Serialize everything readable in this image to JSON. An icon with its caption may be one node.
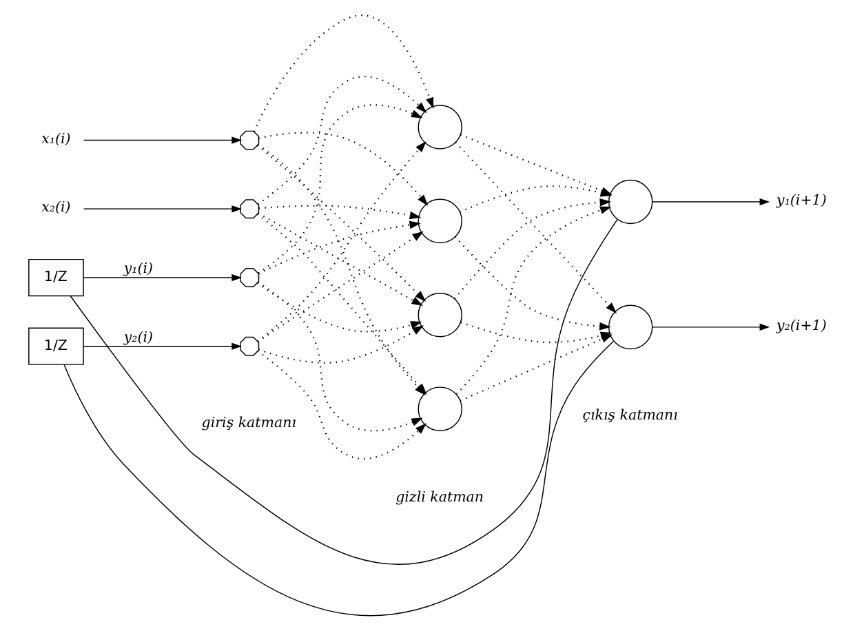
{
  "diagram": {
    "nodes": [
      {
        "text": [
          "x₁(i)"
        ]
      },
      {
        "text": [
          "x₂(i)"
        ]
      },
      {
        "text": [],
        "shape": "octagon"
      },
      {
        "text": [],
        "shape": "octagon"
      },
      {
        "text": [],
        "shape": "octagon"
      },
      {
        "text": [],
        "shape": "octagon"
      },
      {
        "text": [],
        "shape": "circle"
      },
      {
        "text": [],
        "shape": "circle"
      },
      {
        "text": [],
        "shape": "circle"
      },
      {
        "text": [],
        "shape": "circle"
      },
      {
        "text": [],
        "shape": "circle"
      },
      {
        "text": [],
        "shape": "circle"
      },
      {
        "text": [
          "y₁(i+1)"
        ]
      },
      {
        "text": [
          "y₂(i+1)"
        ]
      },
      {
        "text": [
          "1/Z"
        ]
      },
      {
        "text": [
          "1/Z"
        ]
      }
    ],
    "edges": [
      {
        "from": 0,
        "to": 2,
        "arrow": "to"
      },
      {
        "from": 1,
        "to": 3,
        "arrow": "to"
      },
      {
        "from": 15,
        "to": 4,
        "arrow": "to",
        "label": "y₁(i)"
      },
      {
        "from": 14,
        "to": 5,
        "arrow": "to",
        "label": "y₂(i)"
      },
      {
        "from": 2,
        "to": 6,
        "arrow": "to",
        "style": "dashed"
      },
      {
        "from": 2,
        "to": 7,
        "arrow": "to",
        "style": "dashed"
      },
      {
        "from": 2,
        "to": 8,
        "arrow": "to",
        "style": "dashed"
      },
      {
        "from": 2,
        "to": 9,
        "arrow": "to",
        "style": "dashed"
      },
      {
        "from": 3,
        "to": 6,
        "arrow": "to",
        "style": "dashed"
      },
      {
        "from": 3,
        "to": 7,
        "arrow": "to",
        "style": "dashed"
      },
      {
        "from": 3,
        "to": 8,
        "arrow": "to",
        "style": "dashed"
      },
      {
        "from": 3,
        "to": 9,
        "arrow": "to",
        "style": "dashed"
      },
      {
        "from": 4,
        "to": 6,
        "arrow": "to",
        "style": "dashed"
      },
      {
        "from": 4,
        "to": 7,
        "arrow": "to",
        "style": "dashed"
      },
      {
        "from": 4,
        "to": 8,
        "arrow": "to",
        "style": "dashed"
      },
      {
        "from": 4,
        "to": 9,
        "arrow": "to",
        "style": "dashed"
      },
      {
        "from": 5,
        "to": 6,
        "arrow": "to",
        "style": "dashed"
      },
      {
        "from": 5,
        "to": 7,
        "arrow": "to",
        "style": "dashed"
      },
      {
        "from": 5,
        "to": 8,
        "arrow": "to",
        "style": "dashed"
      },
      {
        "from": 5,
        "to": 9,
        "arrow": "to",
        "style": "dashed"
      },
      {
        "from": 6,
        "to": 10,
        "arrow": "to",
        "style": "dashed"
      },
      {
        "from": 6,
        "to": 11,
        "arrow": "to",
        "style": "dashed"
      },
      {
        "from": 7,
        "to": 10,
        "arrow": "to",
        "style": "dashed"
      },
      {
        "from": 7,
        "to": 11,
        "arrow": "to",
        "style": "dashed"
      },
      {
        "from": 8,
        "to": 10,
        "arrow": "to",
        "style": "dashed"
      },
      {
        "from": 8,
        "to": 11,
        "arrow": "to",
        "style": "dashed"
      },
      {
        "from": 9,
        "to": 10,
        "arrow": "to",
        "style": "dashed"
      },
      {
        "from": 9,
        "to": 11,
        "arrow": "to",
        "style": "dashed"
      },
      {
        "from": 10,
        "to": 12,
        "arrow": "to"
      },
      {
        "from": 11,
        "to": 13,
        "arrow": "to"
      },
      {
        "from": 10,
        "to": 15,
        "arrow": "none"
      },
      {
        "from": 11,
        "to": 14,
        "arrow": "none"
      }
    ],
    "labels": [
      "giriş katmanı",
      "gizli katman",
      "çıkış katmanı"
    ]
  }
}
